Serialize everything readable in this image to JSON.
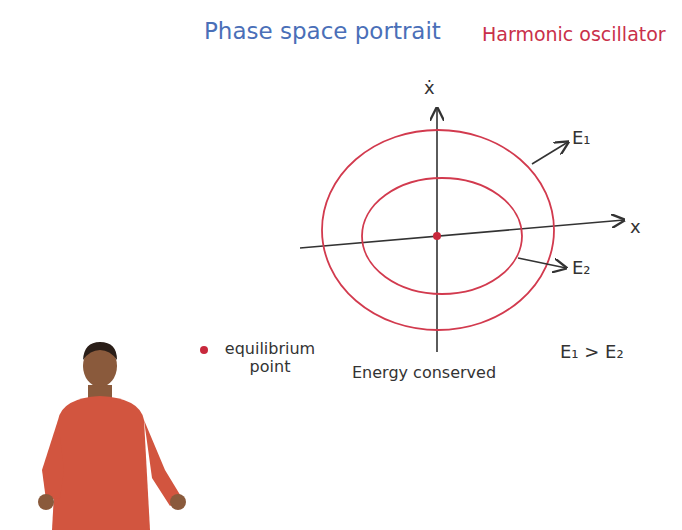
{
  "diagram": {
    "title": "Phase space portrait",
    "labels": [
      "Harmonic oscillator",
      "ẋ",
      "x",
      "E₁",
      "E₂",
      "Energy conserved",
      "E₁ > E₂"
    ],
    "legend": [
      {
        "text": "equilibrium point",
        "color": "#c8283c"
      }
    ]
  }
}
